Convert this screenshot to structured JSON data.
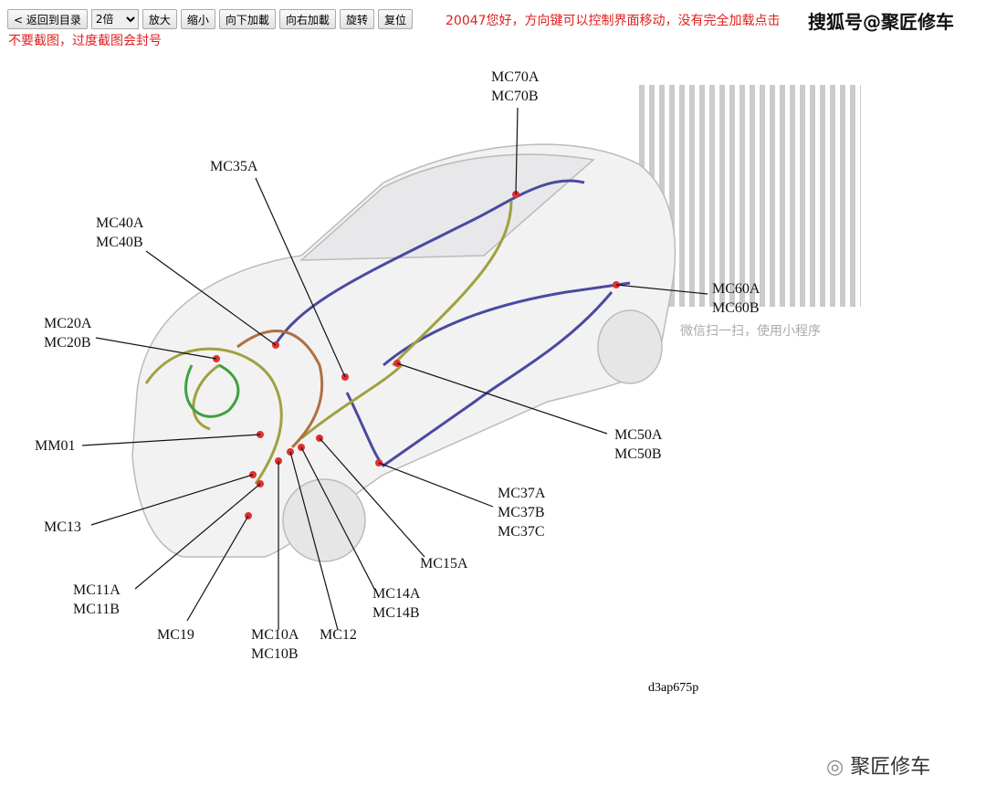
{
  "toolbar": {
    "back": "< 返回到目录",
    "zoom_select": "2倍",
    "zoom_in": "放大",
    "zoom_out": "缩小",
    "load_down": "向下加載",
    "load_right": "向右加載",
    "rotate": "旋转",
    "reset": "复位"
  },
  "notice": {
    "line1": "20047您好，方向键可以控制界面移动，没有完全加载点击",
    "line2": "不要截图，过度截图会封号"
  },
  "brand": "搜狐号@聚匠修车",
  "qr_caption": "微信扫一扫，使用小程序",
  "labels": [
    {
      "id": "mc70",
      "lines": [
        "MC70A",
        "MC70B"
      ]
    },
    {
      "id": "mc35",
      "lines": [
        "MC35A"
      ]
    },
    {
      "id": "mc40",
      "lines": [
        "MC40A",
        "MC40B"
      ]
    },
    {
      "id": "mc20",
      "lines": [
        "MC20A",
        "MC20B"
      ]
    },
    {
      "id": "mm01",
      "lines": [
        "MM01"
      ]
    },
    {
      "id": "mc13",
      "lines": [
        "MC13"
      ]
    },
    {
      "id": "mc11",
      "lines": [
        "MC11A",
        "MC11B"
      ]
    },
    {
      "id": "mc19",
      "lines": [
        "MC19"
      ]
    },
    {
      "id": "mc10",
      "lines": [
        "MC10A",
        "MC10B"
      ]
    },
    {
      "id": "mc12",
      "lines": [
        "MC12"
      ]
    },
    {
      "id": "mc14",
      "lines": [
        "MC14A",
        "MC14B"
      ]
    },
    {
      "id": "mc15",
      "lines": [
        "MC15A"
      ]
    },
    {
      "id": "mc37",
      "lines": [
        "MC37A",
        "MC37B",
        "MC37C"
      ]
    },
    {
      "id": "mc50",
      "lines": [
        "MC50A",
        "MC50B"
      ]
    },
    {
      "id": "mc60",
      "lines": [
        "MC60A",
        "MC60B"
      ]
    }
  ],
  "figure_code": "d3ap675p",
  "watermark": "聚匠修车",
  "colors": {
    "notice": "#e02020",
    "connector": "#e03030",
    "harness_blue": "#4a4aa0",
    "harness_olive": "#a0a040"
  }
}
